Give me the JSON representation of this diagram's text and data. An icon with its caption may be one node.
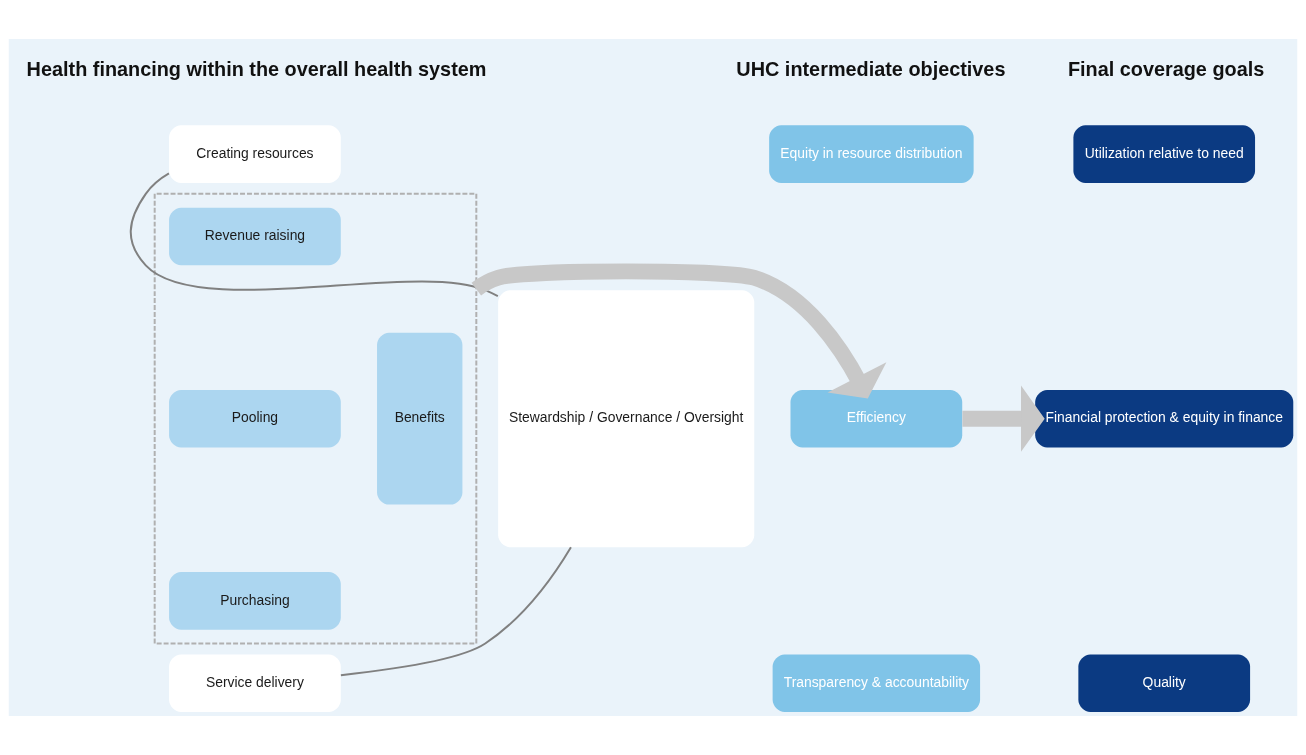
{
  "diagram": {
    "nodes": [
      {
        "text": [
          "Stewardship / Governance / Oversight"
        ]
      },
      {
        "text": [
          "Creating resources"
        ]
      },
      {
        "text": [],
        "shape": "box"
      },
      {
        "text": [
          "Revenue raising"
        ],
        "in": 2
      },
      {
        "text": [
          "Pooling"
        ],
        "in": 2
      },
      {
        "text": [
          "Purchasing"
        ],
        "in": 2
      },
      {
        "text": [
          "Benefits"
        ],
        "in": 2
      },
      {
        "text": [
          "Service delivery"
        ]
      },
      {
        "text": [
          "Equity in resource distribution"
        ]
      },
      {
        "text": [
          "Efficiency"
        ]
      },
      {
        "text": [
          "Transparency & accountability"
        ]
      },
      {
        "text": [
          "Utilization relative to need"
        ]
      },
      {
        "text": [
          "Financial protection & equity in finance"
        ]
      },
      {
        "text": [
          "Quality"
        ]
      }
    ],
    "edges": [
      {
        "from": 0,
        "to": 1,
        "arrow": "none",
        "color": "#808080"
      },
      {
        "from": 0,
        "to": 7,
        "arrow": "none",
        "color": "#808080"
      },
      {
        "from": 2,
        "to": 9,
        "arrow": "to",
        "style": "thick",
        "color": "#c8c8c8"
      },
      {
        "from": 9,
        "to": 12,
        "arrow": "to",
        "style": "thick",
        "color": "#c8c8c8"
      }
    ],
    "labels": [
      "Health financing within the overall health system",
      "UHC intermediate objectives",
      "Final coverage goals"
    ]
  }
}
